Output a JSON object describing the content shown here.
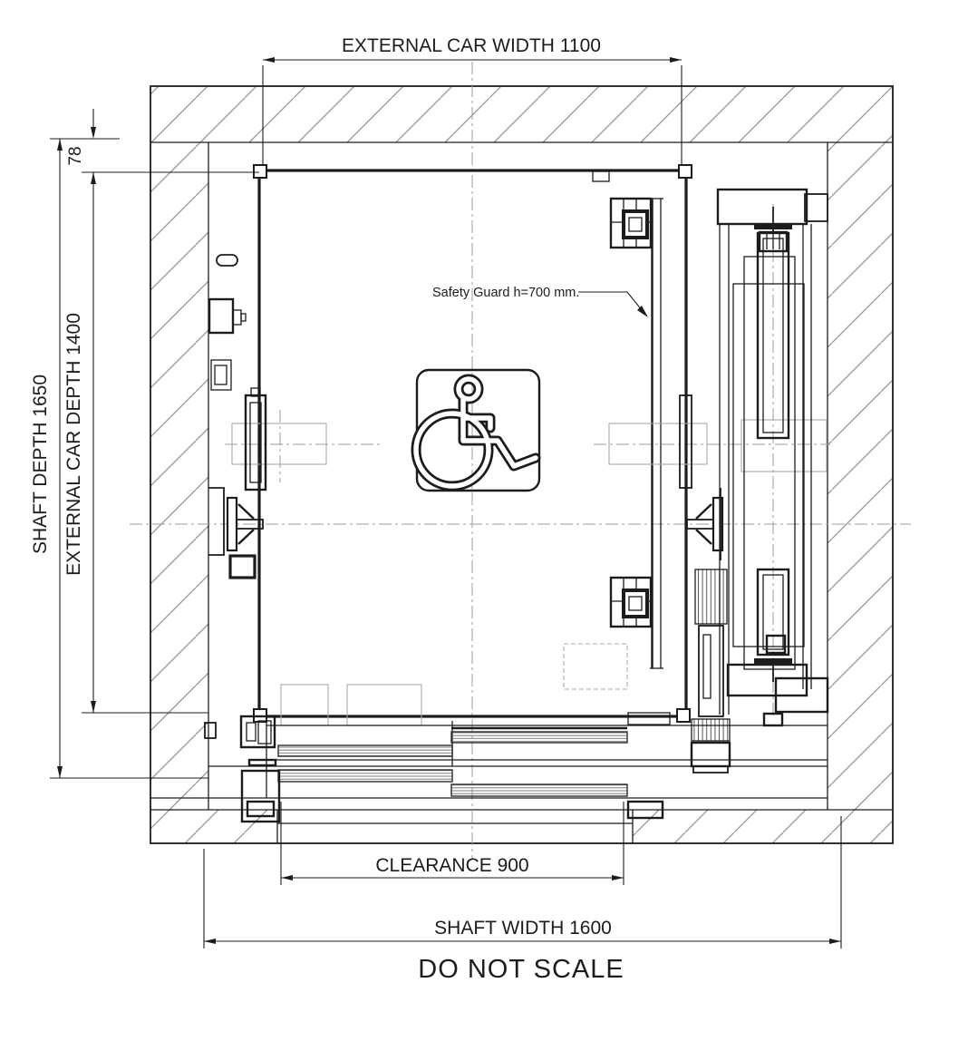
{
  "drawing": {
    "title": "DO NOT SCALE",
    "annotations": {
      "safety_guard": "Safety Guard h=700 mm."
    },
    "dimensions": {
      "external_car_width": {
        "label": "EXTERNAL CAR WIDTH 1100",
        "value_mm": 1100
      },
      "shaft_depth": {
        "label": "SHAFT DEPTH 1650",
        "value_mm": 1650
      },
      "external_car_depth": {
        "label": "EXTERNAL CAR DEPTH 1400",
        "value_mm": 1400
      },
      "car_to_wall_gap": {
        "label": "78",
        "value_mm": 78
      },
      "clearance": {
        "label": "CLEARANCE 900",
        "value_mm": 900
      },
      "shaft_width": {
        "label": "SHAFT WIDTH 1600",
        "value_mm": 1600
      }
    },
    "symbols": {
      "wheelchair": "wheelchair-accessibility-icon"
    },
    "colors": {
      "line": "#1c1c1c",
      "hatch": "#8f8f8f",
      "centerline": "#9c9c9c",
      "ghost": "#a8a8a8",
      "door_stripe": "#7d7d7d",
      "background": "#ffffff"
    }
  }
}
